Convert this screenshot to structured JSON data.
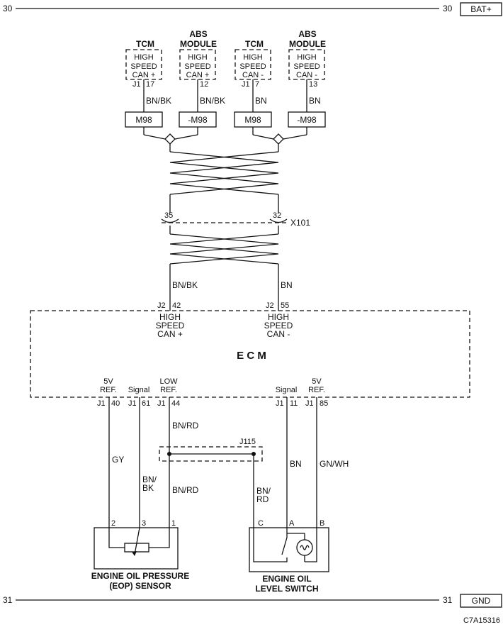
{
  "rails": {
    "top_left_num": "30",
    "top_right_num": "30",
    "top_label": "BAT+",
    "bottom_left_num": "31",
    "bottom_right_num": "31",
    "bottom_label": "GND"
  },
  "modules": [
    {
      "title_1": "TCM",
      "title_2": "",
      "lines": [
        "HIGH",
        "SPEED",
        "CAN +"
      ],
      "conn": "J1",
      "pin": "17",
      "wire": "BN/BK",
      "splice": "M98"
    },
    {
      "title_1": "ABS",
      "title_2": "MODULE",
      "lines": [
        "HIGH",
        "SPEED",
        "CAN +"
      ],
      "conn": "",
      "pin": "12",
      "wire": "BN/BK",
      "splice": "-M98"
    },
    {
      "title_1": "TCM",
      "title_2": "",
      "lines": [
        "HIGH",
        "SPEED",
        "CAN -"
      ],
      "conn": "J1",
      "pin": "7",
      "wire": "BN",
      "splice": "M98"
    },
    {
      "title_1": "ABS",
      "title_2": "MODULE",
      "lines": [
        "HIGH",
        "SPEED",
        "CAN -"
      ],
      "conn": "",
      "pin": "13",
      "wire": "BN",
      "splice": "-M98"
    }
  ],
  "x101": {
    "label": "X101",
    "pin_left": "35",
    "pin_right": "32"
  },
  "ecm": {
    "title": "E C M",
    "can_high": {
      "conn": "J2",
      "pin": "42",
      "wire": "BN/BK",
      "lines": [
        "HIGH",
        "SPEED",
        "CAN +"
      ]
    },
    "can_low": {
      "conn": "J2",
      "pin": "55",
      "wire": "BN",
      "lines": [
        "HIGH",
        "SPEED",
        "CAN -"
      ]
    },
    "bottom_pins": [
      {
        "label_1": "5V",
        "label_2": "REF.",
        "conn": "J1",
        "pin": "40"
      },
      {
        "label_1": "Signal",
        "label_2": "",
        "conn": "J1",
        "pin": "61"
      },
      {
        "label_1": "LOW",
        "label_2": "REF.",
        "conn": "J1",
        "pin": "44"
      },
      {
        "label_1": "Signal",
        "label_2": "",
        "conn": "J1",
        "pin": "11"
      },
      {
        "label_1": "5V",
        "label_2": "REF.",
        "conn": "J1",
        "pin": "85"
      }
    ]
  },
  "wires": {
    "gy": "GY",
    "bn_bk_1": "BN/",
    "bn_bk_2": "BK",
    "bn_rd_top": "BN/RD",
    "bn_rd_mid": "BN/RD",
    "bn_rd_c_1": "BN/",
    "bn_rd_c_2": "RD",
    "bn": "BN",
    "gn_wh": "GN/WH"
  },
  "splice": {
    "label": "J115"
  },
  "eop_sensor": {
    "pins": [
      "2",
      "3",
      "1"
    ],
    "label_1": "ENGINE OIL PRESSURE",
    "label_2": "(EOP) SENSOR"
  },
  "level_switch": {
    "pins": [
      "C",
      "A",
      "B"
    ],
    "label_1": "ENGINE OIL",
    "label_2": "LEVEL SWITCH"
  },
  "figure_code": "C7A15316"
}
